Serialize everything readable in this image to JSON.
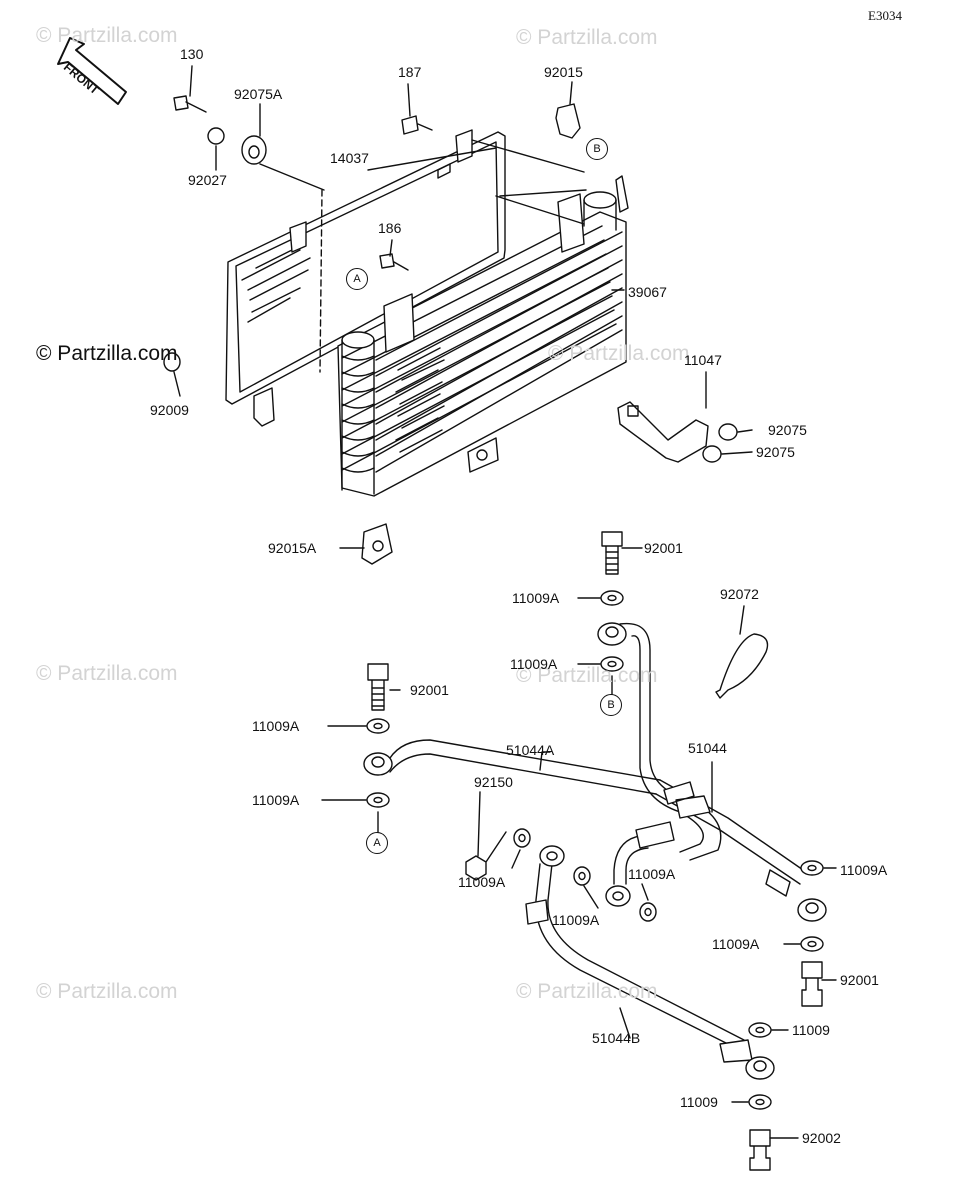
{
  "diagram_code": "E3034",
  "front_arrow_label": "FRONT",
  "watermarks": [
    "© Partzilla.com",
    "© Partzilla.com",
    "© Partzilla.com",
    "© Partzilla.com",
    "© Partzilla.com",
    "© Partzilla.com",
    "© Partzilla.com",
    "© Partzilla.com"
  ],
  "part_labels": {
    "p130": "130",
    "p92075a": "92075A",
    "p92027": "92027",
    "p187": "187",
    "p92015": "92015",
    "p14037": "14037",
    "p186": "186",
    "p39067": "39067",
    "p11047": "11047",
    "p92075_1": "92075",
    "p92075_2": "92075",
    "p92009": "92009",
    "p92015a": "92015A",
    "p92001_top": "92001",
    "p11009a_1": "11009A",
    "p92072": "92072",
    "p11009a_2": "11009A",
    "p92001_left": "92001",
    "p11009a_3": "11009A",
    "p51044a": "51044A",
    "p51044": "51044",
    "p11009a_4": "11009A",
    "p92150": "92150",
    "p11009a_5": "11009A",
    "p11009a_6": "11009A",
    "p11009a_7": "11009A",
    "p11009a_8": "11009A",
    "p11009a_9": "11009A",
    "p92001_right": "92001",
    "p51044b": "51044B",
    "p11009_1": "11009",
    "p11009_2": "11009",
    "p92002": "92002"
  },
  "ref_tags": {
    "a1": "A",
    "a2": "A",
    "b1": "B",
    "b2": "B"
  }
}
